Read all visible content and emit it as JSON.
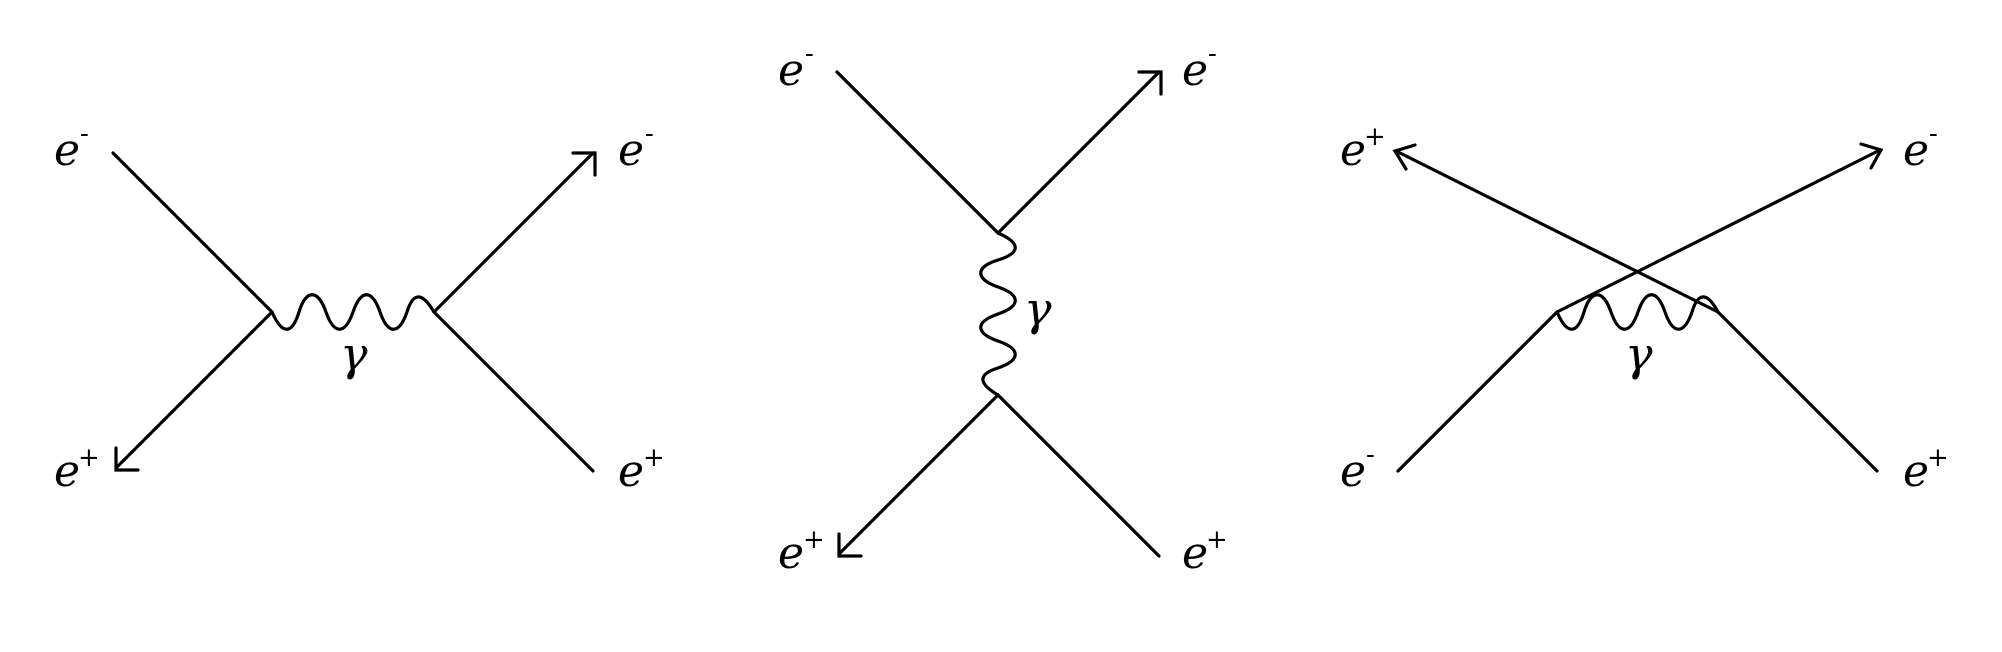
{
  "diagrams": [
    {
      "labels": {
        "in_top_left": "e",
        "in_top_left_charge": "-",
        "out_top_right": "e",
        "out_top_right_charge": "-",
        "bottom_left": "e",
        "bottom_left_charge": "+",
        "bottom_right": "e",
        "bottom_right_charge": "+",
        "boson": "γ"
      }
    },
    {
      "labels": {
        "in_top_left": "e",
        "in_top_left_charge": "-",
        "out_top_right": "e",
        "out_top_right_charge": "-",
        "bottom_left": "e",
        "bottom_left_charge": "+",
        "bottom_right": "e",
        "bottom_right_charge": "+",
        "boson": "γ"
      }
    },
    {
      "labels": {
        "in_top_left": "e",
        "in_top_left_charge": "+",
        "out_top_right": "e",
        "out_top_right_charge": "-",
        "bottom_left": "e",
        "bottom_left_charge": "-",
        "bottom_right": "e",
        "bottom_right_charge": "+",
        "boson": "γ"
      }
    }
  ]
}
